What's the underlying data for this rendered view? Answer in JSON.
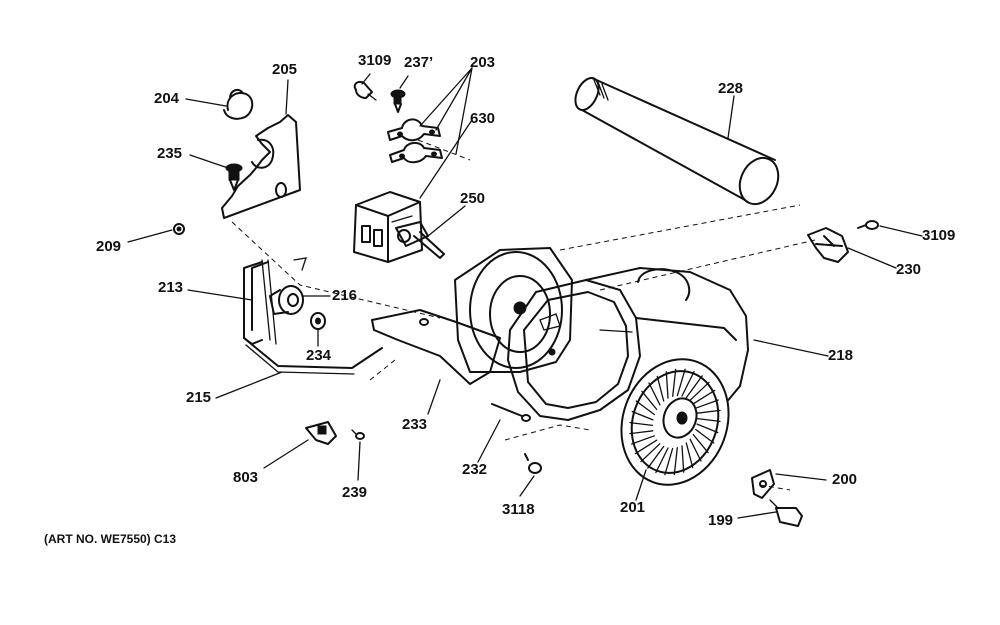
{
  "labels": {
    "p204": "204",
    "p205": "205",
    "p235": "235",
    "p209": "209",
    "p213": "213",
    "p216": "216",
    "p234": "234",
    "p215": "215",
    "p3109a": "3109",
    "p237": "237’",
    "p203": "203",
    "p630": "630",
    "p250": "250",
    "p228": "228",
    "p3109b": "3109",
    "p230": "230",
    "p218": "218",
    "p233": "233",
    "p232": "232",
    "p3118": "3118",
    "p201": "201",
    "p200": "200",
    "p199": "199",
    "p803": "803",
    "p239": "239"
  },
  "art_number": "(ART NO. WE7550) C13"
}
